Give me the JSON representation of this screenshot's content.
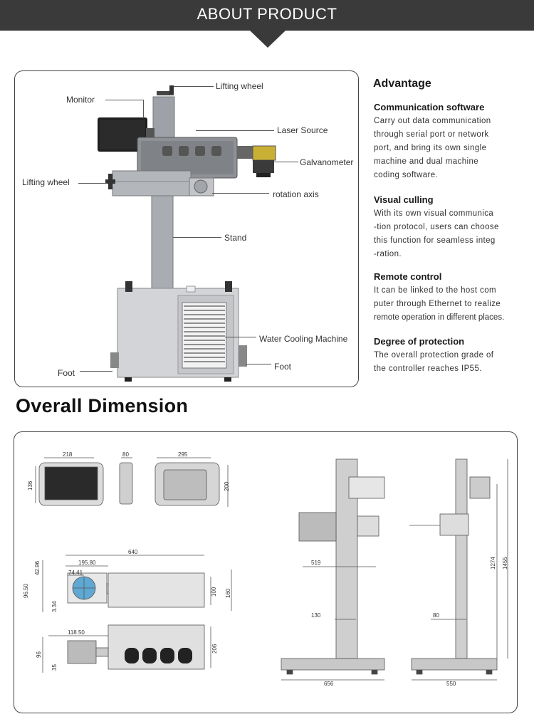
{
  "banner": {
    "title": "ABOUT PRODUCT"
  },
  "product_callouts": {
    "lifting_wheel_top": "Lifting wheel",
    "monitor": "Monitor",
    "laser_source": "Laser  Source",
    "galvanometer": "Galvanometer",
    "lifting_wheel_left": "Lifting wheel",
    "rotation_axis": "rotation axis",
    "stand": "Stand",
    "water_cooling": "Water Cooling Machine",
    "foot_left": "Foot",
    "foot_right": "Foot"
  },
  "advantage": {
    "title": "Advantage",
    "items": [
      {
        "head": "Communication software",
        "lines": [
          "Carry out data communication",
          "through serial port or network",
          "port, and bring its own single",
          "machine and dual machine",
          "coding software."
        ]
      },
      {
        "head": "Visual culling",
        "lines": [
          "With its own visual communica",
          "-tion protocol, users can choose",
          "this function for seamless integ",
          "-ration."
        ]
      },
      {
        "head": "Remote control",
        "lines": [
          "It can be linked to the host com",
          "puter through Ethernet to realize",
          "remote operation in different places."
        ]
      },
      {
        "head": "Degree of protection",
        "lines": [
          "The overall protection grade of",
          "the controller reaches IP55."
        ]
      }
    ]
  },
  "dimension": {
    "heading": "Overall Dimension",
    "monitor_front": {
      "width": "218",
      "height": "136"
    },
    "monitor_side": {
      "depth": "80"
    },
    "galvo_head": {
      "width": "295",
      "height": "200"
    },
    "laser_top": {
      "length": "640",
      "offset": "195.80",
      "lens": "74.41",
      "top": "42.96",
      "height": "96.50",
      "bottom": "3.34",
      "inner": "100",
      "outer": "160"
    },
    "laser_side": {
      "offset": "118.50",
      "height": "96",
      "bottom": "35",
      "outer": "206"
    },
    "front_view": {
      "arm": "519",
      "column": "130",
      "base": "656"
    },
    "side_view": {
      "column": "80",
      "base": "550",
      "height_mid": "1274",
      "height_total": "1455"
    }
  }
}
